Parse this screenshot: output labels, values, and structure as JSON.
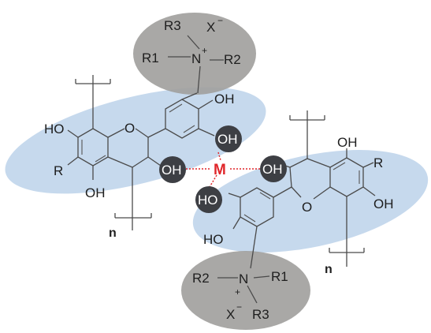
{
  "colors": {
    "flavonoid_region": "#bcd2ea",
    "ammonium_region": "#a09e9c",
    "hydroxyl_bubble": "#3d3f44",
    "metal": "#e0262a",
    "bond": "#4a4a4a"
  },
  "top_ammonium": {
    "r3": "R3",
    "anion": "X",
    "anion_charge": "−",
    "nitrogen": "N",
    "nitrogen_charge": "+",
    "r1": "R1",
    "r2": "R2"
  },
  "bottom_ammonium": {
    "r2": "R2",
    "nitrogen": "N",
    "nitrogen_charge": "+",
    "r1": "R1",
    "anion": "X",
    "anion_charge": "−",
    "r3": "R3"
  },
  "left_unit": {
    "oh_top_right": "OH",
    "oh_bubble_top": "OH",
    "oh_bubble_mid": "OH",
    "ho_left": "HO",
    "r": "R",
    "oh_bottom": "OH",
    "ring_o": "O",
    "repeat": "n"
  },
  "right_unit": {
    "oh_top": "OH",
    "oh_bubble": "OH",
    "r": "R",
    "oh_right": "OH",
    "ho_bubble": "HO",
    "ho_bottom": "HO",
    "ring_o": "O",
    "repeat": "n"
  },
  "metal": {
    "symbol": "M"
  }
}
